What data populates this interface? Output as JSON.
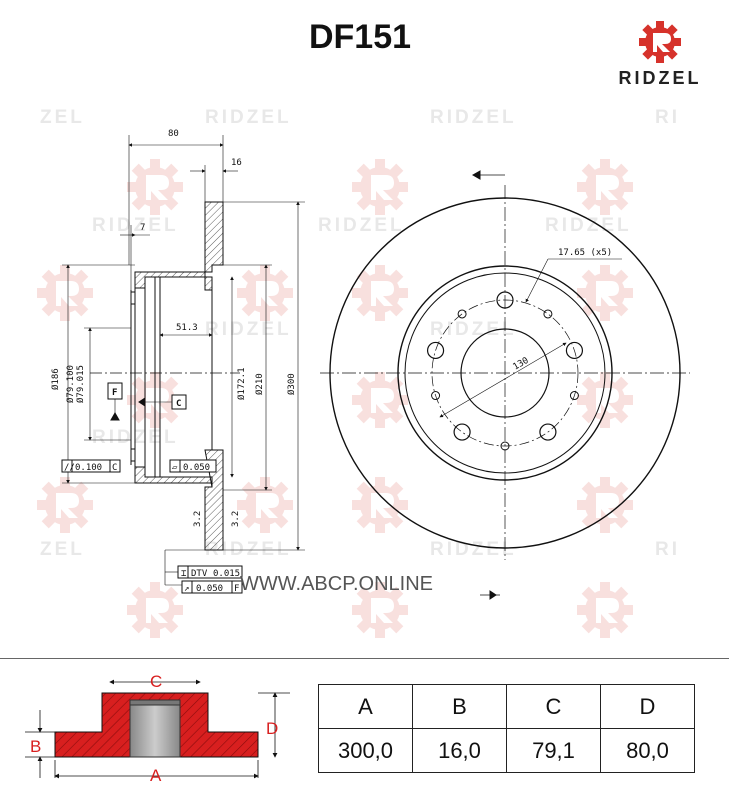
{
  "title": "DF151",
  "brand": {
    "name": "RIDZEL",
    "logo_color": "#d6322b",
    "watermark_texts": [
      "ZEL",
      "RIDZEL",
      "RIDZEL",
      "RI",
      "RIDZEL",
      "RIDZEL",
      "RIDZEL",
      "RIDZEL",
      "RIDZEL",
      "RIDZEL",
      "ZEL",
      "RIDZEL",
      "RIDZEL",
      "RI"
    ]
  },
  "watermark_site": "WWW.ABCP.ONLINE",
  "section_drawing": {
    "dim_80": "80",
    "dim_16": "16",
    "dim_7": "7",
    "dim_51_3": "51.3",
    "dim_186": "Ø186",
    "dim_79_100": "Ø79.100",
    "dim_79_015": "Ø79.015",
    "dim_172_1": "Ø172.1",
    "dim_210": "Ø210",
    "dim_300": "Ø300",
    "datum_f": "F",
    "datum_c": "C",
    "tol_parallel": "0.100",
    "tol_parallel_ref": "C",
    "tol_flat": "0.050",
    "tol_dtv_label": "DTV",
    "tol_dtv_value": "0.015",
    "tol_runout": "0.050",
    "tol_runout_ref": "F",
    "roughness_1": "3.2",
    "roughness_2": "3.2"
  },
  "front_view": {
    "bolt_hole_label": "17.65 (x5)",
    "pcd_label": "130"
  },
  "legend": {
    "label_a": "A",
    "label_b": "B",
    "label_c": "C",
    "label_d": "D",
    "fill_color": "#d81f1f"
  },
  "spec_table": {
    "headers": [
      "A",
      "B",
      "C",
      "D"
    ],
    "values": [
      "300,0",
      "16,0",
      "79,1",
      "80,0"
    ]
  }
}
